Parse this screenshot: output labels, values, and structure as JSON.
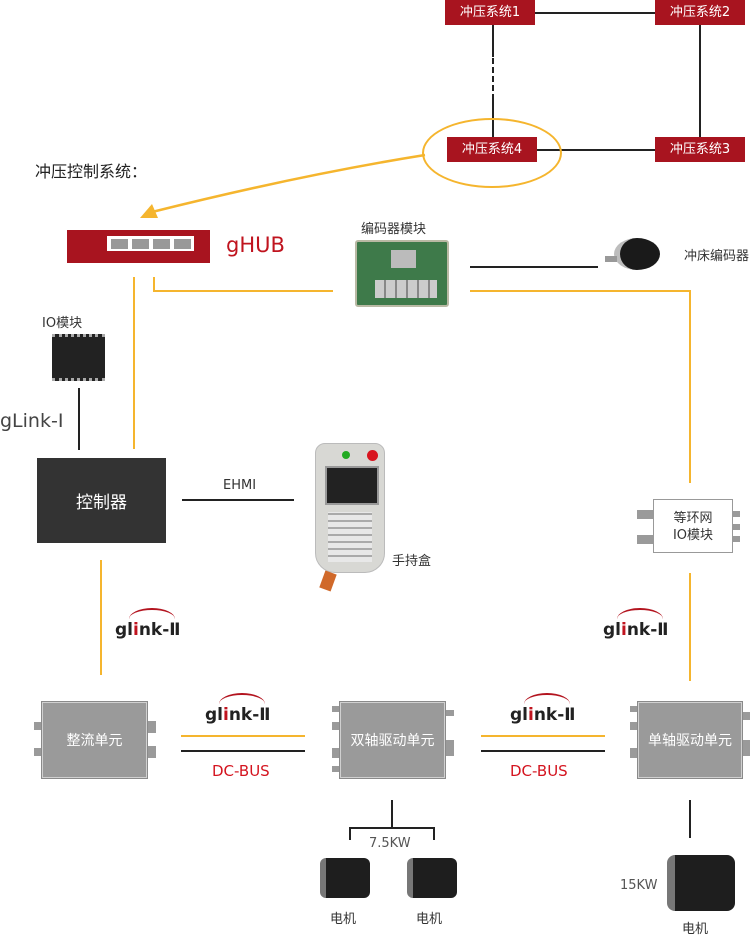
{
  "network": {
    "systems": [
      "冲压系统1",
      "冲压系统2",
      "冲压系统3",
      "冲压系统4"
    ],
    "highlight_color": "#f5b52e",
    "system_color": "#a8141f"
  },
  "title": "冲压控制系统：",
  "hub": {
    "label": "gHUB"
  },
  "encoder_module": {
    "label": "编码器模块"
  },
  "press_encoder": {
    "label": "冲床编码器"
  },
  "io_module": {
    "label": "IO模块"
  },
  "glink1": {
    "label": "gLink-I"
  },
  "controller": {
    "label": "控制器"
  },
  "ehmi": {
    "label": "EHMI"
  },
  "pendant": {
    "label": "手持盒"
  },
  "ring_io": {
    "line1": "等环网",
    "line2": "IO模块"
  },
  "glink2": {
    "prefix": "gl",
    "i": "i",
    "suffix": "nk-Ⅱ"
  },
  "units": {
    "rectifier": "整流单元",
    "dual_axis": "双轴驱动单元",
    "single_axis": "单轴驱动单元"
  },
  "bus": {
    "dc_label": "DC-BUS"
  },
  "motors": {
    "dual_power": "7.5KW",
    "single_power": "15KW",
    "label": "电机"
  }
}
